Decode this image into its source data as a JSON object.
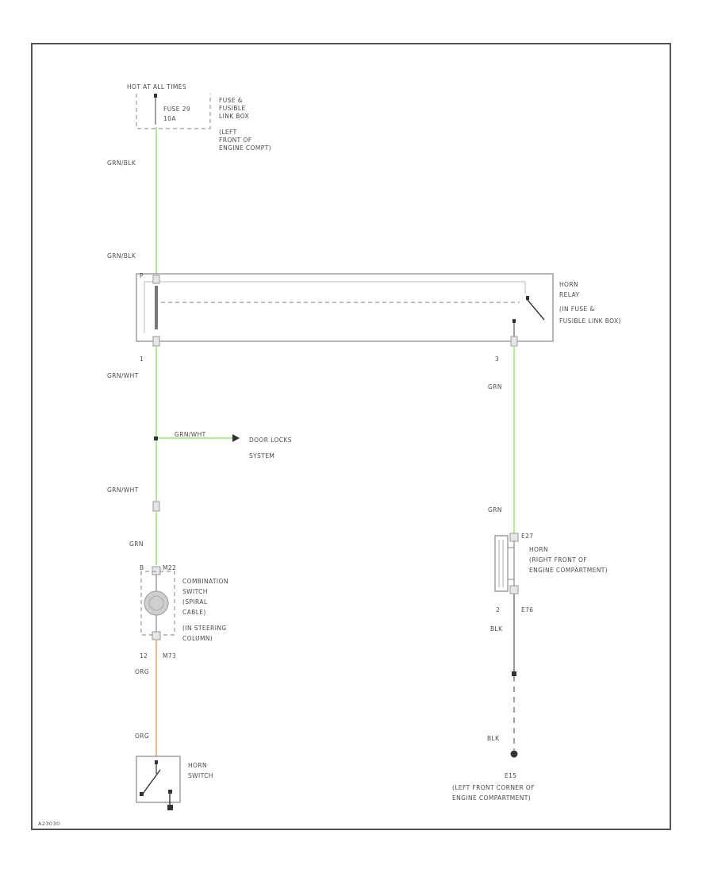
{
  "diagram": {
    "corner_id": "A23030",
    "fuse": {
      "hot_label": "HOT AT ALL TIMES",
      "fuse_name": "FUSE 29",
      "fuse_rating": "10A",
      "box_lines": [
        "FUSE &",
        "FUSIBLE",
        "LINK BOX",
        "(LEFT",
        "FRONT OF",
        "ENGINE COMPT)"
      ]
    },
    "relay": {
      "lines": [
        "HORN",
        "RELAY",
        "(IN FUSE &",
        "FUSIBLE LINK BOX)"
      ],
      "pin_left_top": "P",
      "pin_left_bottom": "1",
      "pin_right_bottom": "3"
    },
    "wires": {
      "w1": "GRN/BLK",
      "w2": "GRN/BLK",
      "w3": "GRN/WHT",
      "w4": "GRN/WHT",
      "w5": "GRN/WHT",
      "w6": "GRN",
      "w7": "GRN",
      "w8": "GRN",
      "w9": "ORG",
      "w10": "ORG",
      "w11": "BLK",
      "w12": "BLK"
    },
    "door_locks": [
      "DOOR LOCKS",
      "SYSTEM"
    ],
    "combination_switch": {
      "pin_top": "B",
      "conn_top": "M22",
      "lines": [
        "COMBINATION",
        "SWITCH",
        "(SPIRAL",
        "CABLE)",
        "(IN STEERING",
        "COLUMN)"
      ],
      "pin_bottom": "12",
      "conn_bottom": "M73"
    },
    "horn_switch": [
      "HORN",
      "SWITCH"
    ],
    "horn": {
      "conn_top": "E27",
      "lines": [
        "HORN",
        "(RIGHT FRONT OF",
        "ENGINE COMPARTMENT)"
      ],
      "pin_bottom": "2",
      "conn_bottom": "E76"
    },
    "ground": {
      "id": "E15",
      "lines": [
        "(LEFT FRONT CORNER OF",
        "ENGINE COMPARTMENT)"
      ]
    }
  }
}
